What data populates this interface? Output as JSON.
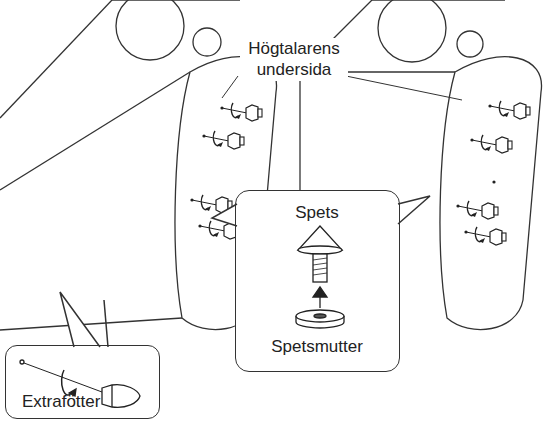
{
  "diagram": {
    "nodes": [
      {
        "text": [
          "Spets",
          "Spetsmutter"
        ]
      },
      {
        "text": [
          "Extrafötter"
        ]
      }
    ],
    "labels": [
      "Högtalarens undersida"
    ]
  }
}
